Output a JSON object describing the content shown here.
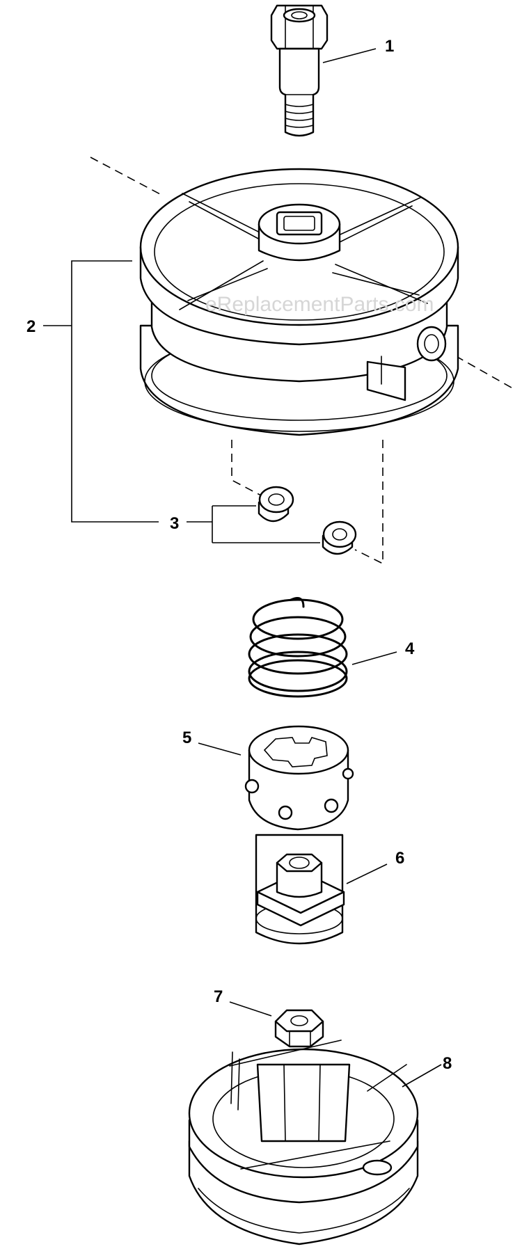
{
  "watermark": "eReplacementParts.com",
  "callouts": [
    {
      "id": "1",
      "label": "1"
    },
    {
      "id": "2",
      "label": "2"
    },
    {
      "id": "3",
      "label": "3"
    },
    {
      "id": "4",
      "label": "4"
    },
    {
      "id": "5",
      "label": "5"
    },
    {
      "id": "6",
      "label": "6"
    },
    {
      "id": "7",
      "label": "7"
    },
    {
      "id": "8",
      "label": "8"
    }
  ],
  "colors": {
    "line": "#000000",
    "background": "#ffffff",
    "watermark": "#d6d6d6"
  }
}
